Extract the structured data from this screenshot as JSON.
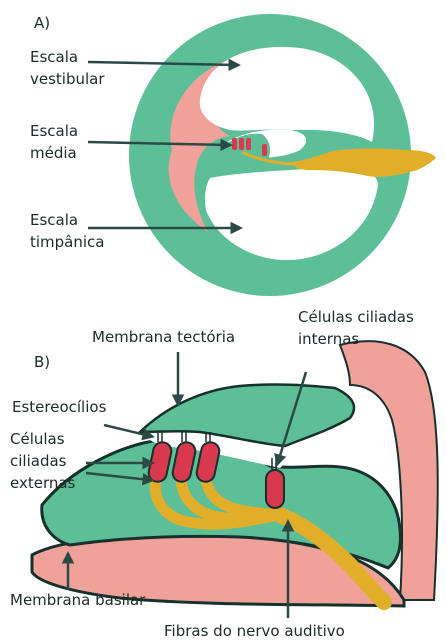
{
  "colors": {
    "teal": "#5cbf97",
    "teal_light": "#9bd6bd",
    "pink": "#f0a29a",
    "gold": "#e1ae2a",
    "red_cell": "#d9394e",
    "outline": "#16302c",
    "arrow": "#2b4a45",
    "text": "#1f2a2a"
  },
  "panel_a": {
    "letter": "A)",
    "labels": {
      "vestibular_line1": "Escala",
      "vestibular_line2": "vestibular",
      "media_line1": "Escala",
      "media_line2": "média",
      "timpanica_line1": "Escala",
      "timpanica_line2": "timpânica"
    }
  },
  "panel_b": {
    "letter": "B)",
    "labels": {
      "membrana_tectoria": "Membrana tectória",
      "celulas_internas_line1": "Células ciliadas",
      "celulas_internas_line2": "internas",
      "estereocilios": "Estereocílios",
      "celulas_externas_line1": "Células",
      "celulas_externas_line2": "ciliadas",
      "celulas_externas_line3": "externas",
      "membrana_basilar": "Membrana basilar",
      "fibras_nervo": "Fibras do nervo auditivo"
    }
  }
}
